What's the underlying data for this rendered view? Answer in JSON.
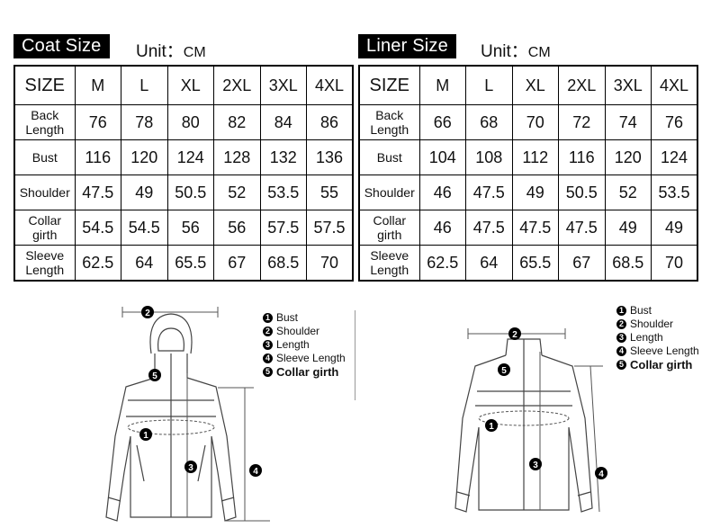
{
  "coat": {
    "title": "Coat Size",
    "unit_label": "Unit：",
    "unit_value": "CM",
    "table": [
      [
        "SIZE",
        "M",
        "L",
        "XL",
        "2XL",
        "3XL",
        "4XL"
      ],
      [
        "Back Length",
        "76",
        "78",
        "80",
        "82",
        "84",
        "86"
      ],
      [
        "Bust",
        "116",
        "120",
        "124",
        "128",
        "132",
        "136"
      ],
      [
        "Shoulder",
        "47.5",
        "49",
        "50.5",
        "52",
        "53.5",
        "55"
      ],
      [
        "Collar girth",
        "54.5",
        "54.5",
        "56",
        "56",
        "57.5",
        "57.5"
      ],
      [
        "Sleeve Length",
        "62.5",
        "64",
        "65.5",
        "67",
        "68.5",
        "70"
      ]
    ]
  },
  "liner": {
    "title": "Liner Size",
    "unit_label": "Unit：",
    "unit_value": "CM",
    "table": [
      [
        "SIZE",
        "M",
        "L",
        "XL",
        "2XL",
        "3XL",
        "4XL"
      ],
      [
        "Back Length",
        "66",
        "68",
        "70",
        "72",
        "74",
        "76"
      ],
      [
        "Bust",
        "104",
        "108",
        "112",
        "116",
        "120",
        "124"
      ],
      [
        "Shoulder",
        "46",
        "47.5",
        "49",
        "50.5",
        "52",
        "53.5"
      ],
      [
        "Collar girth",
        "46",
        "47.5",
        "47.5",
        "47.5",
        "49",
        "49"
      ],
      [
        "Sleeve Length",
        "62.5",
        "64",
        "65.5",
        "67",
        "68.5",
        "70"
      ]
    ]
  },
  "legend_left": {
    "items": [
      "Bust",
      "Shoulder",
      "Length",
      "Sleeve Length",
      "Collar girth"
    ],
    "numbers": [
      "1",
      "2",
      "3",
      "4",
      "5"
    ]
  },
  "legend_right": {
    "items": [
      "Bust",
      "Shoulder",
      "Length",
      "Sleeve Length",
      "Collar girth"
    ],
    "numbers": [
      "1",
      "2",
      "3",
      "4",
      "5"
    ]
  },
  "diagram_markers": [
    "1",
    "2",
    "3",
    "4",
    "5"
  ]
}
